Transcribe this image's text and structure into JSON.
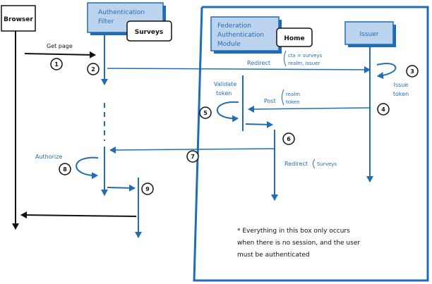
{
  "actors": {
    "browser": "Browser",
    "auth_filter_line1": "Authentication",
    "auth_filter_line2": "Filter",
    "surveys": "Surveys",
    "fam_line1": "Federation",
    "fam_line2": "Authentication",
    "fam_line3": "Module",
    "home": "Home",
    "issuer": "Issuer"
  },
  "messages": {
    "get_page": "Get page",
    "redirect": "Redirect",
    "redirect_params_line1": "ctx = surveys",
    "redirect_params_line2": "realm, issuer",
    "issue_token_line1": "Issue",
    "issue_token_line2": "token",
    "validate_token_line1": "Validate",
    "validate_token_line2": "token",
    "post": "Post",
    "post_params_line1": "realm",
    "post_params_line2": "token",
    "authorize": "Authorize",
    "redirect2": "Redirect",
    "redirect2_param": "Surveys"
  },
  "steps": [
    "1",
    "2",
    "3",
    "4",
    "5",
    "6",
    "7",
    "8",
    "9"
  ],
  "note": {
    "line1": "* Everything in this box only occurs",
    "line2": "when there is no session, and the user",
    "line3": "must be authenticated"
  },
  "colors": {
    "blue": "#1f6db5",
    "light_blue": "#bcd3ee",
    "black": "#111111"
  }
}
